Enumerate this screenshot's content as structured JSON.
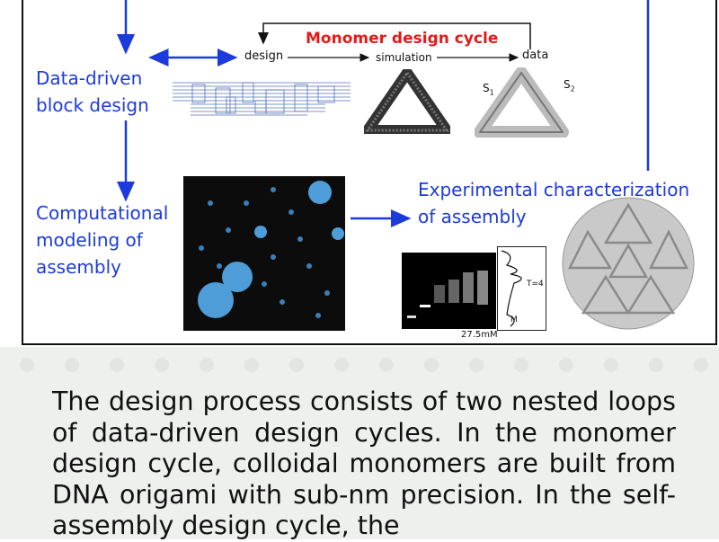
{
  "flow": {
    "data_driven_line1": "Data-driven",
    "data_driven_line2": "block design",
    "computational_line1": "Computational",
    "computational_line2": "modeling of",
    "computational_line3": "assembly",
    "experimental_line1": "Experimental characterization",
    "experimental_line2": "of assembly"
  },
  "cycle": {
    "title": "Monomer design cycle",
    "design": "design",
    "simulation": "simulation",
    "data": "data",
    "s1": "S",
    "s1_sub": "1",
    "s2": "S",
    "s2_sub": "2"
  },
  "gel": {
    "caption": "27.5mM",
    "t4_label": "T=4",
    "m_label": "M"
  },
  "description": "The design process consists of two nested loops of data-driven design cycles. In the monomer design cycle, colloidal monomers are built from DNA origami with sub-nm precision. In the self-assembly design cycle, the",
  "colors": {
    "blue": "#1d3bdc",
    "red": "#e31a1a"
  }
}
